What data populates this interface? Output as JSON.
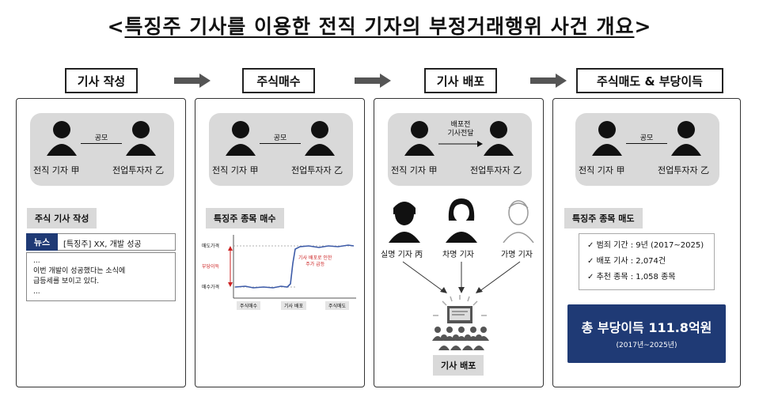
{
  "title": {
    "open": "<",
    "text": "특징주 기사를 이용한 전직 기자의 부정거래행위 사건 개요",
    "close": ">"
  },
  "steps": [
    "기사 작성",
    "주식매수",
    "기사 배포",
    "주식매도 & 부당이득"
  ],
  "panel1": {
    "person_a": "전직 기자 甲",
    "person_b": "전업투자자 乙",
    "relation": "공모",
    "label": "주식 기사 작성",
    "news": {
      "tag": "뉴스",
      "headline": "[특징주] XX, 개발 성공",
      "body": [
        "...",
        "이번 개발이 성공했다는 소식에",
        "급등세를 보이고 있다.",
        "..."
      ]
    }
  },
  "panel2": {
    "person_a": "전직 기자 甲",
    "person_b": "전업투자자 乙",
    "relation": "공모",
    "label": "특징주 종목 매수",
    "chart": {
      "y_labels": [
        "매도가격",
        "부당이득",
        "매수가격"
      ],
      "x_labels": [
        "주식매수",
        "기사 배포",
        "주식매도"
      ],
      "annotation": [
        "기사 배포로 인한",
        "주가 급등"
      ]
    }
  },
  "panel3": {
    "person_a": "전직 기자 甲",
    "person_b": "전업투자자 乙",
    "relation": [
      "배포전",
      "기사전달"
    ],
    "reporters": [
      "실명 기자 丙",
      "차명 기자",
      "가명 기자"
    ],
    "label": "기사 배포"
  },
  "panel4": {
    "person_a": "전직 기자 甲",
    "person_b": "전업투자자 乙",
    "relation": "공모",
    "label": "특징주 종목 매도",
    "facts": [
      "범죄 기간 : 9년 (2017~2025)",
      "배포 기사 : 2,074건",
      "추천 종목 : 1,058 종목"
    ],
    "fact_mark": "✓",
    "result_main": "총 부당이득 111.8억원",
    "result_sub": "(2017년~2025년)"
  },
  "colors": {
    "accent": "#1f3a75",
    "gray_box": "#d9d9d9",
    "chart_line": "#3d5ba8",
    "chart_red": "#cc2222"
  }
}
